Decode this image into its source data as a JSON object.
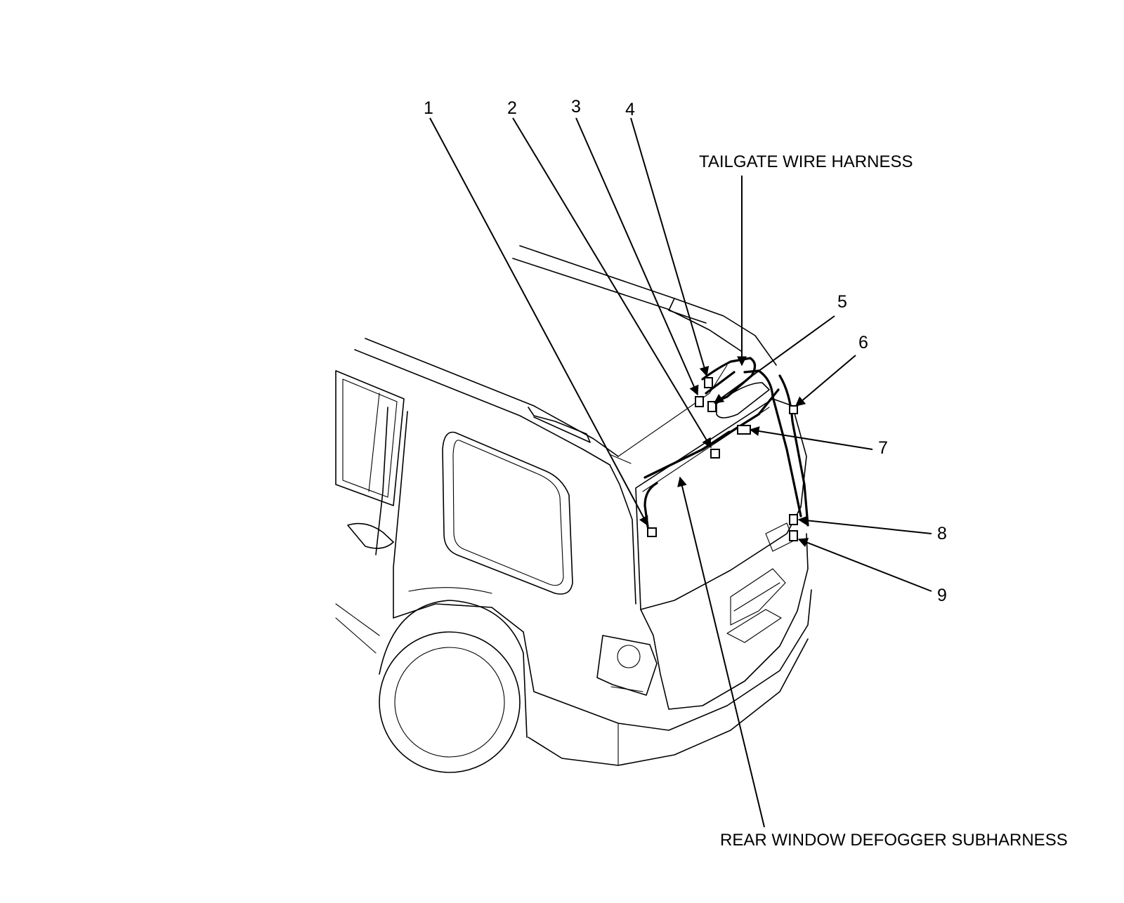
{
  "diagram": {
    "callouts": [
      "1",
      "2",
      "3",
      "4",
      "5",
      "6",
      "7",
      "8",
      "9"
    ],
    "labels": {
      "tailgate_harness": "TAILGATE WIRE HARNESS",
      "defogger_subharness": "REAR WINDOW DEFOGGER SUBHARNESS"
    }
  }
}
